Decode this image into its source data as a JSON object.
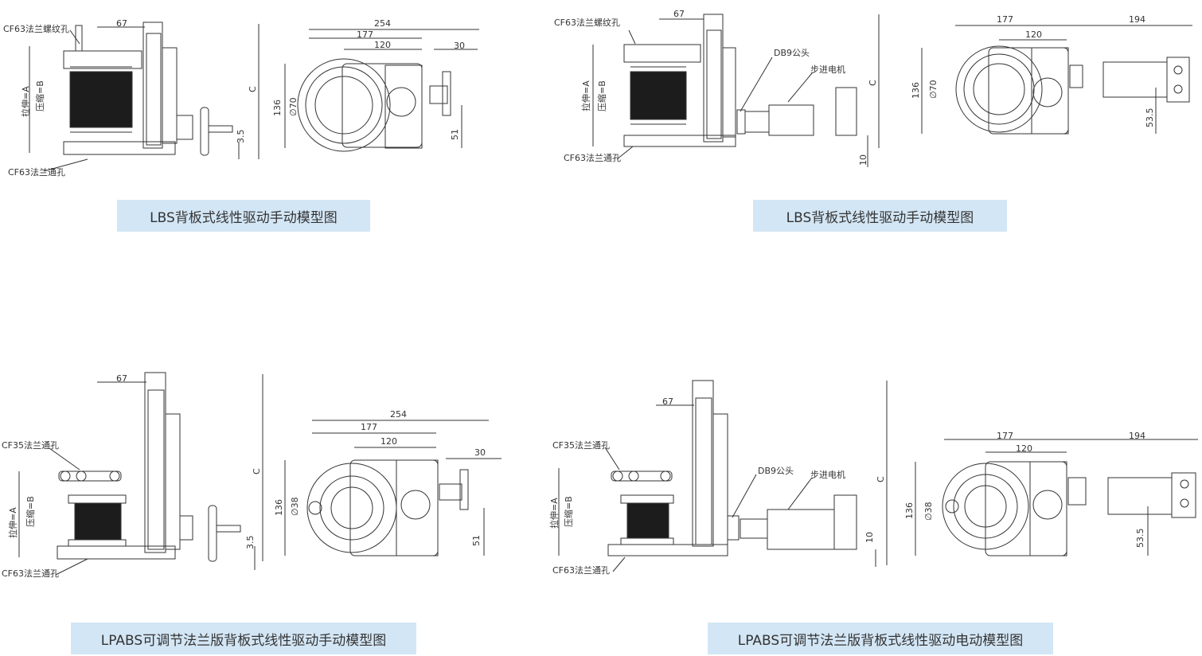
{
  "captions": [
    "LBS背板式线性驱动手动模型图",
    "LBS背板式线性驱动手动模型图",
    "LPABS可调节法兰版背板式线性驱动手动模型图",
    "LPABS可调节法兰版背板式线性驱动电动模型图"
  ],
  "tl": {
    "cf63_thread": "CF63法兰螺纹孔",
    "cf63_through": "CF63法兰通孔",
    "tension": "拉伸=A",
    "compress": "压缩=B",
    "dim_67": "67",
    "dim_C": "C",
    "dim_3_5": "3.5",
    "dim_254": "254",
    "dim_177": "177",
    "dim_120": "120",
    "dim_30": "30",
    "dim_136": "136",
    "dim_phi70": "∅70",
    "dim_51": "51"
  },
  "tr": {
    "cf63_thread": "CF63法兰螺纹孔",
    "cf63_through": "CF63法兰通孔",
    "tension": "拉伸=A",
    "compress": "压缩=B",
    "dim_67": "67",
    "db9": "DB9公头",
    "stepper": "步进电机",
    "dim_C": "C",
    "dim_10": "10",
    "dim_177": "177",
    "dim_194": "194",
    "dim_120": "120",
    "dim_136": "136",
    "dim_phi70": "∅70",
    "dim_53_5": "53.5"
  },
  "bl": {
    "cf35_through": "CF35法兰通孔",
    "cf63_through": "CF63法兰通孔",
    "tension": "拉伸=A",
    "compress": "压缩=B",
    "dim_67": "67",
    "dim_C": "C",
    "dim_3_5": "3.5",
    "dim_254": "254",
    "dim_177": "177",
    "dim_120": "120",
    "dim_30": "30",
    "dim_136": "136",
    "dim_phi38": "∅38",
    "dim_51": "51"
  },
  "br": {
    "cf35_through": "CF35法兰通孔",
    "cf63_through": "CF63法兰通孔",
    "tension": "拉伸=A",
    "compress": "压缩=B",
    "dim_67": "67",
    "db9": "DB9公头",
    "stepper": "步进电机",
    "dim_C": "C",
    "dim_10": "10",
    "dim_177": "177",
    "dim_194": "194",
    "dim_120": "120",
    "dim_136": "136",
    "dim_phi38": "∅38",
    "dim_53_5": "53.5"
  },
  "colors": {
    "caption_bg": "#d3e6f5",
    "line": "#333333"
  }
}
